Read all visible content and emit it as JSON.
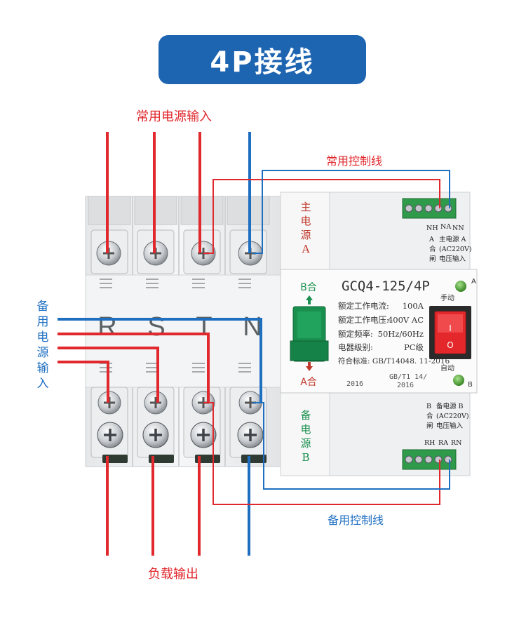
{
  "title": "4P接线",
  "labels": {
    "main_power_input": "常用电源输入",
    "main_control_line": "常用控制线",
    "backup_power_input_chars": [
      "备",
      "用",
      "电",
      "源",
      "输",
      "入"
    ],
    "backup_control_line": "备用控制线",
    "load_output": "负载输出"
  },
  "device": {
    "phase_letters": [
      "R",
      "S",
      "T",
      "N"
    ],
    "main_source_chars": [
      "主",
      "电",
      "源",
      "A"
    ],
    "backup_source_chars": [
      "备",
      "电",
      "源",
      "B"
    ],
    "model": "GCQ4-125/4P",
    "b_close": "B合",
    "a_close": "A合",
    "specs": [
      {
        "key": "额定工作电流:",
        "value": "100A"
      },
      {
        "key": "额定工作电压:",
        "value": "400V AC"
      },
      {
        "key": "额定频率:",
        "value": "50Hz/60Hz"
      },
      {
        "key": "电器级别:",
        "value": "PC级"
      }
    ],
    "standard": "符合标准: GB/T14048. 11-2016",
    "stamp_left": "2016",
    "stamp_right": "2016",
    "stamp_mid": "GB/T1 14/",
    "manual": "手动",
    "auto": "自动",
    "indicator_a": "A",
    "indicator_b": "B",
    "switch_on": "I",
    "switch_off": "O",
    "top_terminals": {
      "labels": [
        "NH",
        "NA",
        "NN"
      ],
      "col1": [
        "A",
        "合",
        "闸"
      ],
      "col2": [
        "主电源 A",
        "(AC220V)",
        "电压输入"
      ]
    },
    "bottom_terminals": {
      "labels": [
        "RH",
        "RA",
        "RN"
      ],
      "col1": [
        "B",
        "合",
        "闸"
      ],
      "col2": [
        "备电源 B",
        "(AC220V)",
        "电压输入"
      ]
    }
  },
  "colors": {
    "title_bg": "#1d64b1",
    "phase_wire": "#e0282d",
    "neutral_wire": "#1f6fc1",
    "terminal_block": "#2f9a49",
    "switch_green": "#1a8f4e",
    "rocker_red": "#e3272b"
  }
}
